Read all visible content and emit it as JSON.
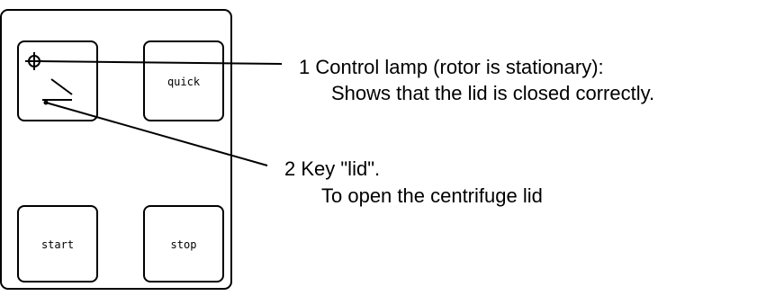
{
  "keys": {
    "lid": {
      "label": ""
    },
    "quick": {
      "label": "quick"
    },
    "start": {
      "label": "start"
    },
    "stop": {
      "label": "stop"
    }
  },
  "callouts": [
    {
      "title": "1  Control lamp (rotor is stationary):",
      "description": "Shows that the lid is closed correctly."
    },
    {
      "title": "2  Key \"lid\".",
      "description": "To open the centrifuge lid"
    }
  ]
}
